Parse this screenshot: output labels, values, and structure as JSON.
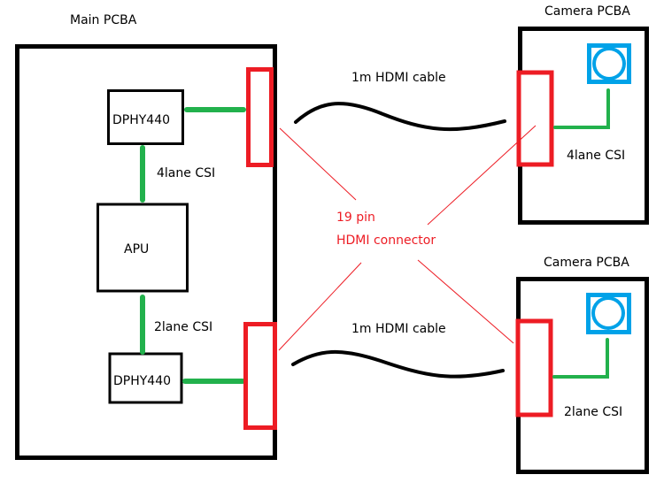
{
  "colors": {
    "board_outline": "#000000",
    "connector": "#ed1c24",
    "csi_trace": "#22b14c",
    "camera_sensor": "#00a2e8",
    "cable": "#000000",
    "annotation": "#ed1c24"
  },
  "main_board": {
    "title": "Main PCBA",
    "chips": {
      "dphy_top": "DPHY440",
      "apu": "APU",
      "dphy_bottom": "DPHY440"
    },
    "links": {
      "top": "4lane CSI",
      "bottom": "2lane CSI"
    }
  },
  "camera_boards": [
    {
      "title": "Camera PCBA",
      "link": "4lane CSI"
    },
    {
      "title": "Camera PCBA",
      "link": "2lane CSI"
    }
  ],
  "cables": [
    {
      "label": "1m HDMI cable"
    },
    {
      "label": "1m HDMI cable"
    }
  ],
  "connector_annotation": {
    "line1": "19 pin",
    "line2": "HDMI connector"
  }
}
